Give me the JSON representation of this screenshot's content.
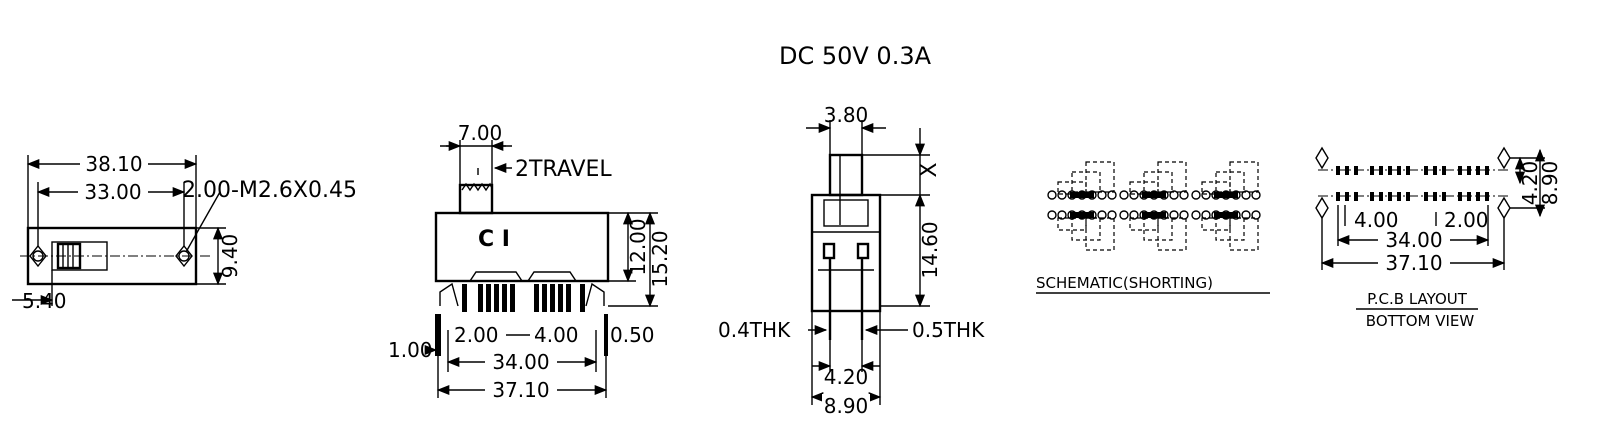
{
  "spec": {
    "rating": "DC 50V 0.3A"
  },
  "top_view": {
    "dim_overall": "38.10",
    "dim_mount": "33.00",
    "dim_thread": "2.00-M2.6X0.45",
    "dim_height": "9.40",
    "dim_slot": "5.40"
  },
  "front_view": {
    "dim_actuator": "7.00",
    "travel": "2TRAVEL",
    "dim_body_h": "12.00",
    "dim_total_h": "15.20",
    "dim_pitch_a": "2.00",
    "dim_pitch_b": "4.00",
    "dim_pin_w": "0.50",
    "dim_pin_t": "1.00",
    "dim_span": "34.00",
    "dim_total_w": "37.10"
  },
  "side_view": {
    "dim_lever": "3.80",
    "dim_x": "X",
    "dim_height": "14.60",
    "thk_left": "0.4THK",
    "thk_right": "0.5THK",
    "dim_inner": "4.20",
    "dim_outer": "8.90"
  },
  "schematic": {
    "caption": "SCHEMATIC(SHORTING)"
  },
  "pcb": {
    "dim_row": "4.20",
    "dim_rows": "8.90",
    "dim_pitch_b": "4.00",
    "dim_pitch_a": "2.00",
    "dim_span": "34.00",
    "dim_total": "37.10",
    "caption_1": "P.C.B LAYOUT",
    "caption_2": "BOTTOM VIEW"
  }
}
